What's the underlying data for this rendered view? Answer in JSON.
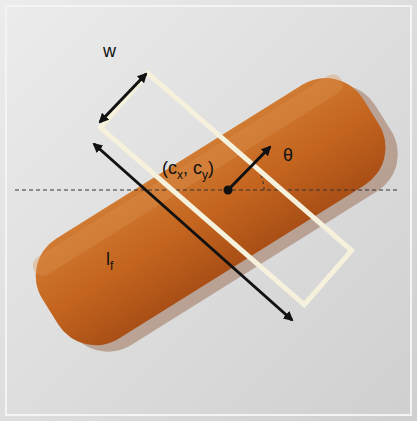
{
  "diagram": {
    "labels": [
      "w",
      "(c",
      "x",
      ", c",
      "y",
      ")",
      "θ",
      "l",
      "f"
    ]
  }
}
